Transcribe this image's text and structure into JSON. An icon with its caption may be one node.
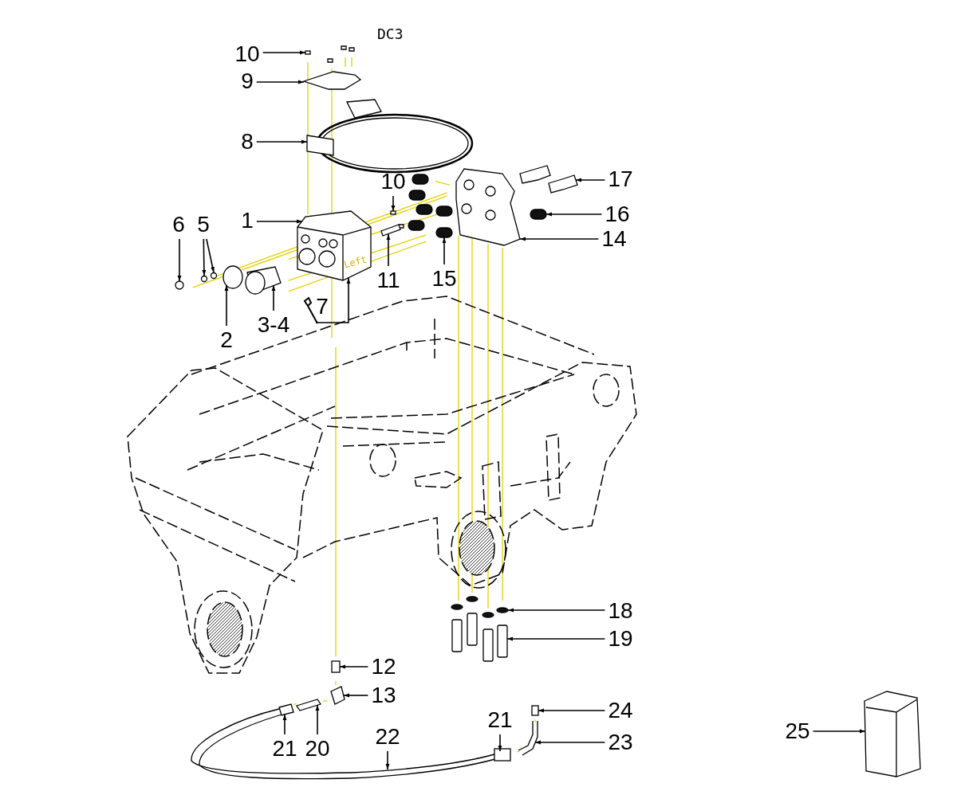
{
  "diagram": {
    "nodes": [
      {
        "text": [
          "10"
        ]
      },
      {
        "text": [
          "9"
        ]
      },
      {
        "text": [
          "8"
        ]
      },
      {
        "text": [
          "1"
        ]
      },
      {
        "text": [
          "6"
        ]
      },
      {
        "text": [
          "5"
        ]
      },
      {
        "text": [
          "2"
        ]
      },
      {
        "text": [
          "3-4"
        ]
      },
      {
        "text": [
          "7"
        ]
      },
      {
        "text": [
          "10"
        ]
      },
      {
        "text": [
          "11"
        ]
      },
      {
        "text": [
          "15"
        ]
      },
      {
        "text": [
          "17"
        ]
      },
      {
        "text": [
          "16"
        ]
      },
      {
        "text": [
          "14"
        ]
      },
      {
        "text": [
          "18"
        ]
      },
      {
        "text": [
          "19"
        ]
      },
      {
        "text": [
          "12"
        ]
      },
      {
        "text": [
          "13"
        ]
      },
      {
        "text": [
          "24"
        ]
      },
      {
        "text": [
          "23"
        ]
      },
      {
        "text": [
          "21"
        ]
      },
      {
        "text": [
          "20"
        ]
      },
      {
        "text": [
          "22"
        ]
      },
      {
        "text": [
          "21"
        ]
      },
      {
        "text": [
          "25"
        ]
      },
      {
        "text": [],
        "shape": "box"
      },
      {
        "text": [],
        "shape": "picture"
      },
      {
        "text": [],
        "shape": "picture"
      },
      {
        "text": [],
        "shape": "picture"
      },
      {
        "text": [],
        "shape": "circle"
      },
      {
        "text": [],
        "shape": "circle"
      },
      {
        "text": [],
        "shape": "circle"
      },
      {
        "text": [],
        "shape": "picture"
      },
      {
        "text": [],
        "shape": "picture"
      },
      {
        "text": [],
        "shape": "box"
      },
      {
        "text": [],
        "shape": "picture"
      },
      {
        "text": [],
        "shape": "picture"
      },
      {
        "text": [],
        "shape": "picture"
      },
      {
        "text": [],
        "shape": "picture"
      },
      {
        "text": [],
        "shape": "picture"
      },
      {
        "text": [],
        "shape": "picture"
      },
      {
        "text": [],
        "shape": "picture"
      },
      {
        "text": [],
        "shape": "picture"
      },
      {
        "text": [],
        "shape": "picture"
      },
      {
        "text": [],
        "shape": "picture"
      },
      {
        "text": [],
        "shape": "picture"
      },
      {
        "text": [],
        "shape": "picture"
      },
      {
        "text": [],
        "shape": "picture"
      },
      {
        "text": [],
        "shape": "picture"
      },
      {
        "text": [],
        "shape": "box"
      },
      {
        "text": [],
        "shape": "picture"
      }
    ],
    "edges": [
      {
        "from": 0,
        "to": 26,
        "arrow": "to"
      },
      {
        "from": 1,
        "to": 27,
        "arrow": "to"
      },
      {
        "from": 2,
        "to": 28,
        "arrow": "to"
      },
      {
        "from": 3,
        "to": 29,
        "arrow": "to"
      },
      {
        "from": 4,
        "to": 30,
        "arrow": "to"
      },
      {
        "from": 5,
        "to": 31,
        "arrow": "to"
      },
      {
        "from": 5,
        "to": 32,
        "arrow": "to"
      },
      {
        "from": 6,
        "to": 33,
        "arrow": "to"
      },
      {
        "from": 7,
        "to": 34,
        "arrow": "to"
      },
      {
        "from": 8,
        "to": 29,
        "arrow": "to"
      },
      {
        "from": 9,
        "to": 35,
        "arrow": "to"
      },
      {
        "from": 10,
        "to": 36,
        "arrow": "to"
      },
      {
        "from": 11,
        "to": 37,
        "arrow": "to"
      },
      {
        "from": 12,
        "to": 38,
        "arrow": "to"
      },
      {
        "from": 13,
        "to": 39,
        "arrow": "to"
      },
      {
        "from": 14,
        "to": 40,
        "arrow": "to"
      },
      {
        "from": 15,
        "to": 41,
        "arrow": "to"
      },
      {
        "from": 16,
        "to": 42,
        "arrow": "to"
      },
      {
        "from": 17,
        "to": 43,
        "arrow": "to"
      },
      {
        "from": 18,
        "to": 44,
        "arrow": "to"
      },
      {
        "from": 19,
        "to": 45,
        "arrow": "to"
      },
      {
        "from": 20,
        "to": 46,
        "arrow": "to"
      },
      {
        "from": 21,
        "to": 47,
        "arrow": "to"
      },
      {
        "from": 22,
        "to": 48,
        "arrow": "to"
      },
      {
        "from": 23,
        "to": 49,
        "arrow": "to"
      },
      {
        "from": 24,
        "to": 50,
        "arrow": "to"
      },
      {
        "from": 25,
        "to": 51,
        "arrow": "to"
      }
    ],
    "labels": [
      "DC3",
      "Left"
    ]
  }
}
